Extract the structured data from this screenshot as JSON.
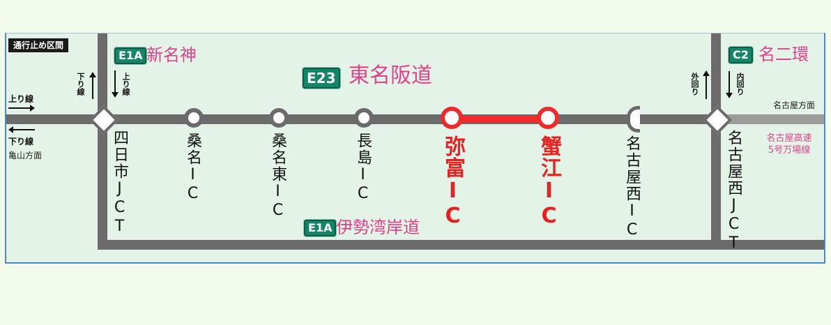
{
  "legend": {
    "closed_section_label": "通行止め区間"
  },
  "routes": {
    "main": {
      "shield": "E23",
      "name": "東名阪道"
    },
    "north_west": {
      "shield": "E1A",
      "name": "新名神"
    },
    "south": {
      "shield": "E1A",
      "name": "伊勢湾岸道"
    },
    "north_east": {
      "shield": "C2",
      "name": "名二環"
    },
    "east_branch": {
      "name_line1": "名古屋高速",
      "name_line2": "5号万場線"
    }
  },
  "directions": {
    "west": {
      "up_line": "上り線",
      "down_line": "下り線",
      "destination": "亀山方面"
    },
    "yokkaichi_jct": {
      "down_line": "下り線",
      "up_line": "上り線"
    },
    "meinikan": {
      "outer": "外回り",
      "inner": "内回り"
    },
    "east_destination": "名古屋方面"
  },
  "interchanges": [
    {
      "name": "四日市JCT",
      "type": "jct",
      "closed": false
    },
    {
      "name": "桑名IC",
      "type": "ic",
      "closed": false
    },
    {
      "name": "桑名東IC",
      "type": "ic",
      "closed": false
    },
    {
      "name": "長島IC",
      "type": "ic",
      "closed": false
    },
    {
      "name": "弥富IC",
      "type": "ic",
      "closed": true
    },
    {
      "name": "蟹江IC",
      "type": "ic",
      "closed": true
    },
    {
      "name": "名古屋西IC",
      "type": "half-ic",
      "closed": false
    },
    {
      "name": "名古屋西JCT",
      "type": "jct",
      "closed": false
    }
  ],
  "closure": {
    "from": "弥富IC",
    "to": "蟹江IC",
    "color": "#ef2a2a"
  },
  "colors": {
    "road": "#6b6b6b",
    "closed": "#ef2a2a",
    "shield": "#13866a",
    "route_name": "#e2418a",
    "background": "#e3f3e7"
  }
}
